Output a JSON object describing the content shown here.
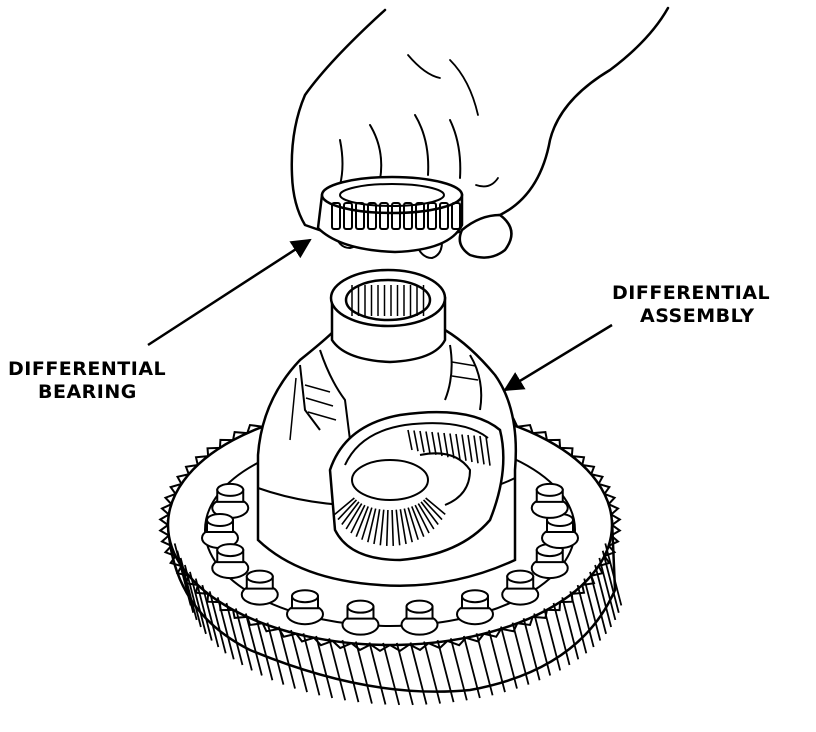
{
  "labels": {
    "bearing": {
      "line1": "DIFFERENTIAL",
      "line2": "BEARING"
    },
    "assembly": {
      "line1": "DIFFERENTIAL",
      "line2": "ASSEMBLY"
    }
  },
  "colors": {
    "ink": "#000000",
    "paper": "#ffffff"
  }
}
